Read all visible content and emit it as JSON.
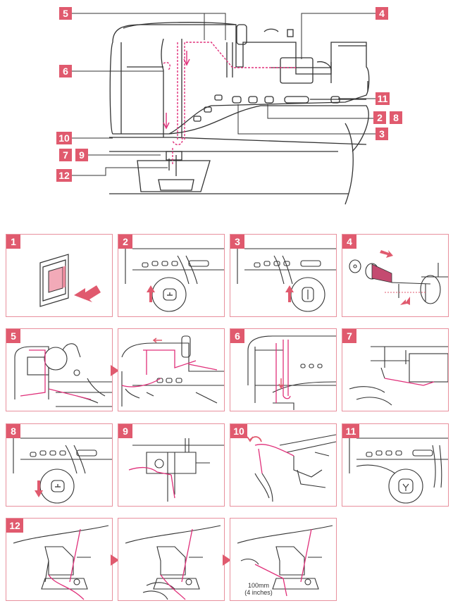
{
  "overview": {
    "callouts": [
      "5",
      "4",
      "6",
      "11",
      "2",
      "8",
      "3",
      "10",
      "7",
      "9",
      "12"
    ]
  },
  "steps": [
    {
      "number": "1"
    },
    {
      "number": "2"
    },
    {
      "number": "3"
    },
    {
      "number": "4"
    },
    {
      "number": "5"
    },
    {
      "number": "6"
    },
    {
      "number": "7"
    },
    {
      "number": "8"
    },
    {
      "number": "9"
    },
    {
      "number": "10"
    },
    {
      "number": "11"
    },
    {
      "number": "12"
    }
  ],
  "step12_note": {
    "line1": "100mm",
    "line2": "(4 inches)"
  },
  "colors": {
    "accent": "#e05a6e",
    "thread": "#e0307a",
    "line": "#333333"
  }
}
